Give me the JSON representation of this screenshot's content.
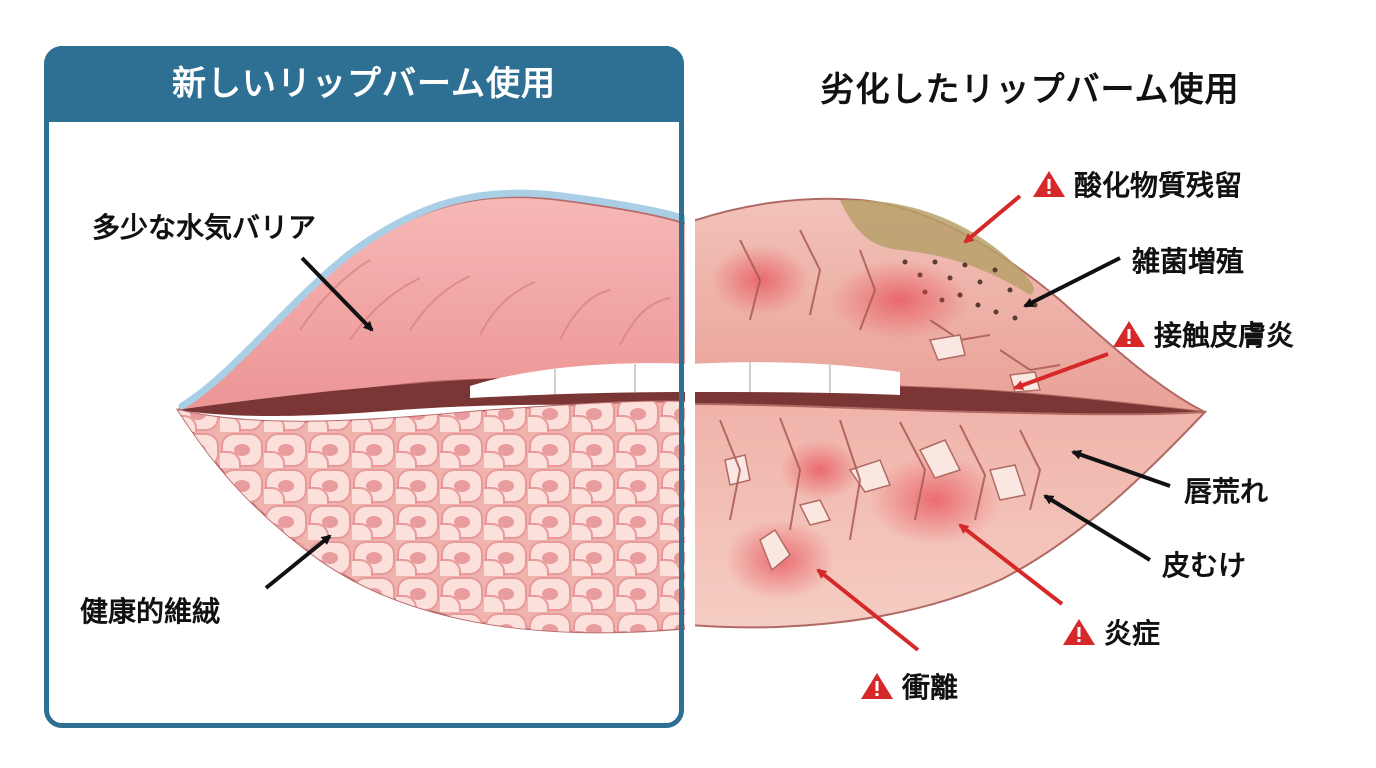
{
  "left_panel": {
    "title": "新しいリップバーム使用",
    "labels": {
      "barrier": "多少な水気バリア",
      "tissue": "健康的維絨"
    }
  },
  "right_panel": {
    "title": "劣化したリップバーム使用",
    "labels": {
      "oxidized": "酸化物質残留",
      "bacteria": "雑菌増殖",
      "dermatitis": "接触皮膚炎",
      "chapped": "唇荒れ",
      "peeling": "皮むけ",
      "inflammation": "炎症",
      "irritation": "衝離"
    }
  },
  "colors": {
    "panel_blue": "#2e7094",
    "lip_pink": "#f2a3a3",
    "warning_red": "#d62828",
    "inflamed_red": "#e8505b"
  }
}
